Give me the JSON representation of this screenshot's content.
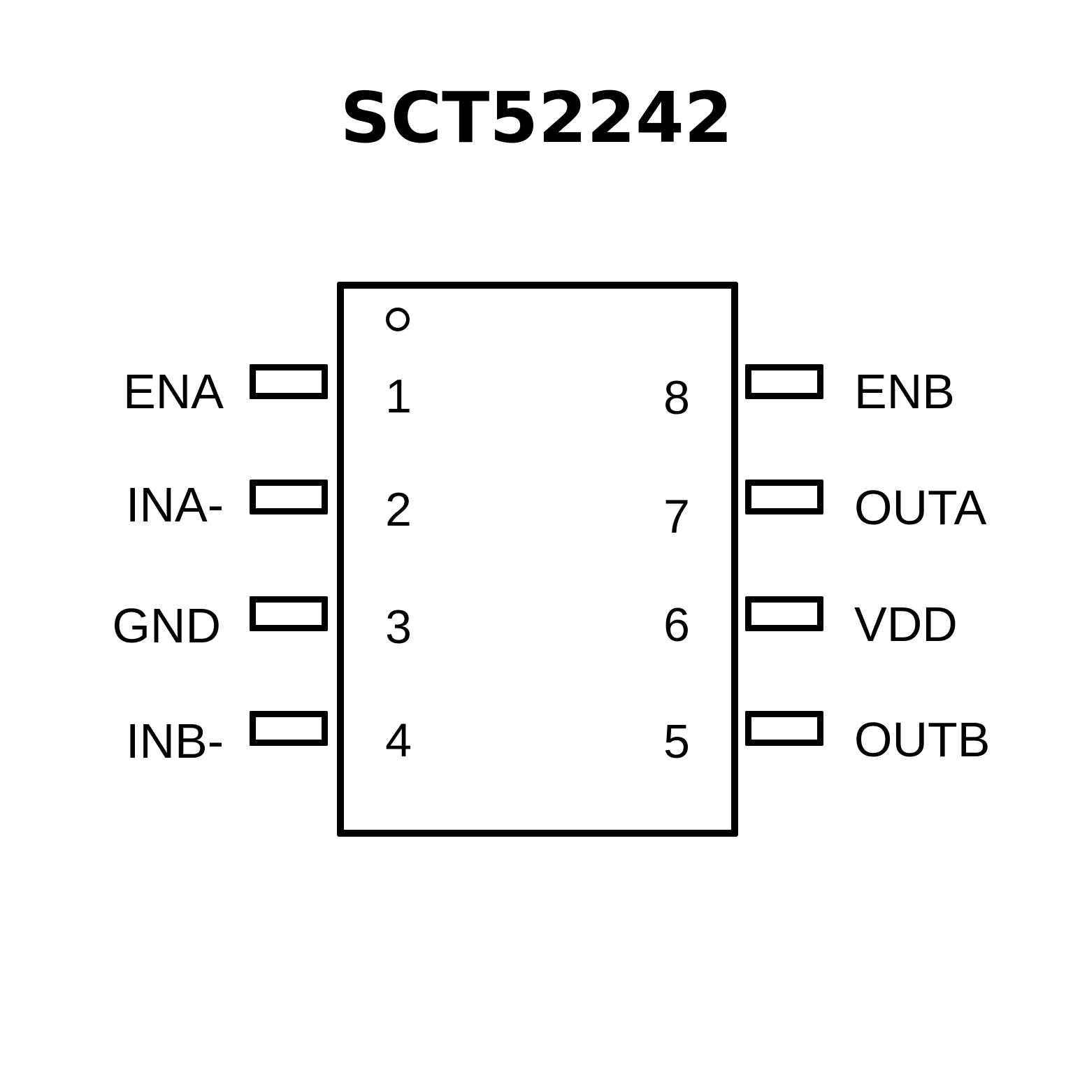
{
  "title": "SCT52242",
  "left_pins": [
    {
      "num": "1",
      "name": "ENA"
    },
    {
      "num": "2",
      "name": "INA-"
    },
    {
      "num": "3",
      "name": "GND"
    },
    {
      "num": "4",
      "name": "INB-"
    }
  ],
  "right_pins": [
    {
      "num": "8",
      "name": "ENB"
    },
    {
      "num": "7",
      "name": "OUTA"
    },
    {
      "num": "6",
      "name": "VDD"
    },
    {
      "num": "5",
      "name": "OUTB"
    }
  ]
}
